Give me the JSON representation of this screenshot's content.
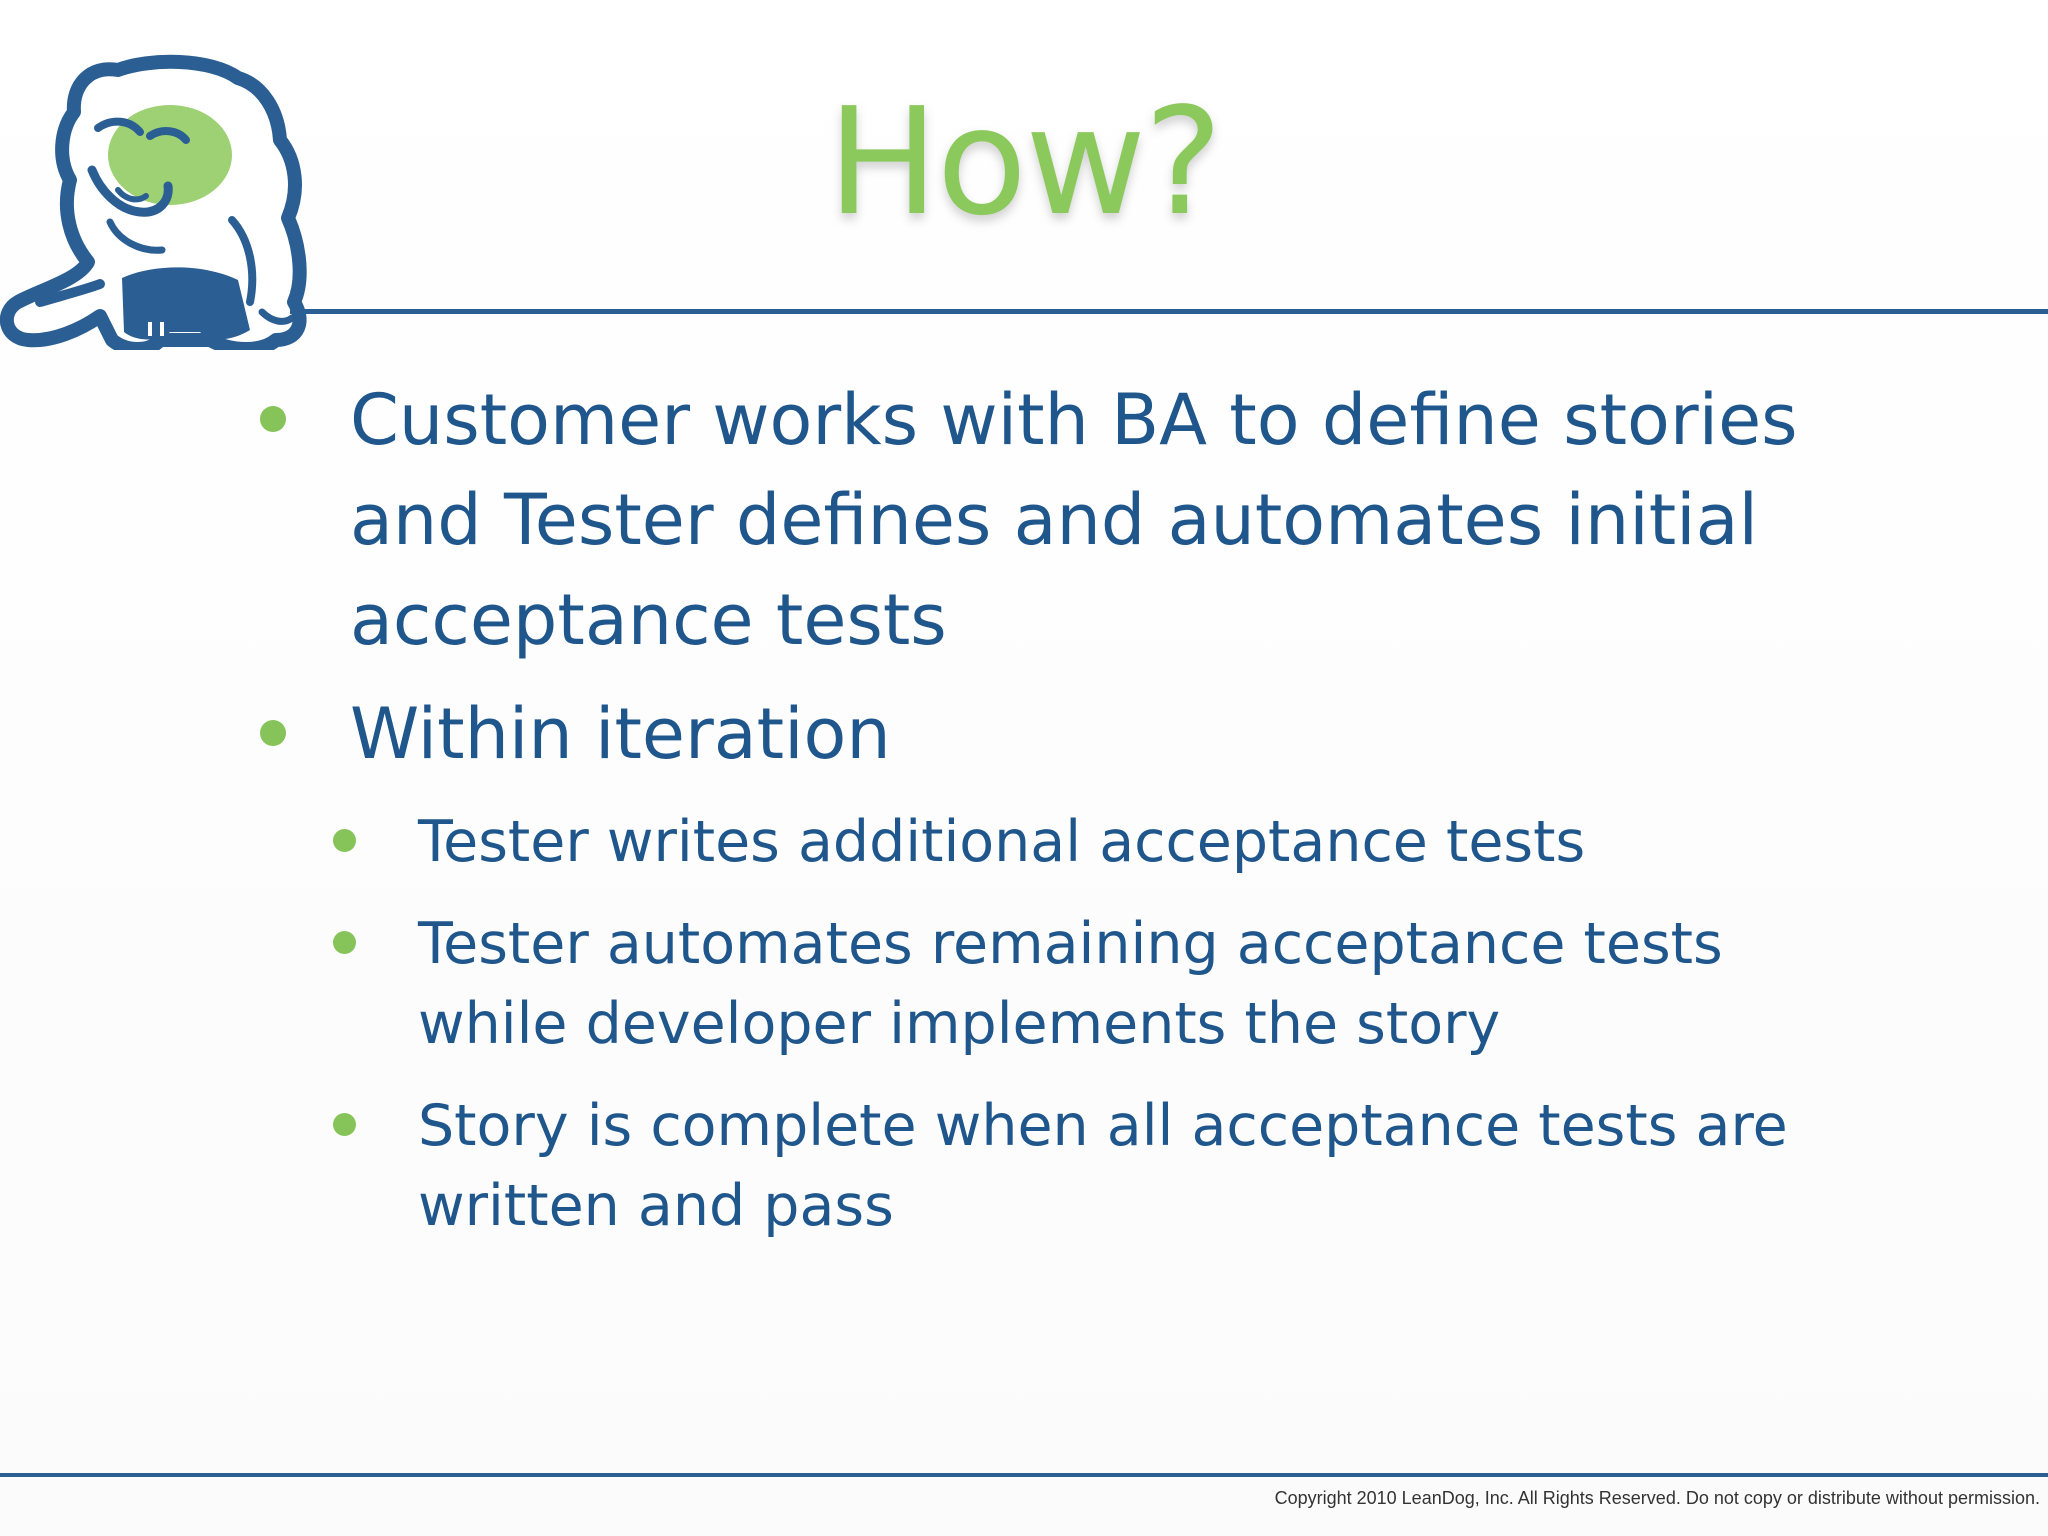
{
  "slide": {
    "title": "How?",
    "bullets": [
      {
        "text": "Customer works with BA to define stories and Tester defines and automates initial acceptance tests"
      },
      {
        "text": "Within iteration",
        "sub_bullets": [
          "Tester writes additional acceptance tests",
          "Tester automates remaining acceptance tests while developer implements the story",
          "Story is complete when all acceptance tests are written and pass"
        ]
      }
    ],
    "footer": "Copyright 2010 LeanDog, Inc.  All Rights Reserved. Do not copy or distribute without permission."
  },
  "logo": {
    "icon": "bulldog-mascot-icon",
    "colors": {
      "outline": "#2b5f94",
      "accent": "#8cc95c"
    }
  },
  "colors": {
    "title": "#8cc95c",
    "body_text": "#1f568c",
    "bullet": "#86c45a",
    "rule": "#2b5f94"
  }
}
